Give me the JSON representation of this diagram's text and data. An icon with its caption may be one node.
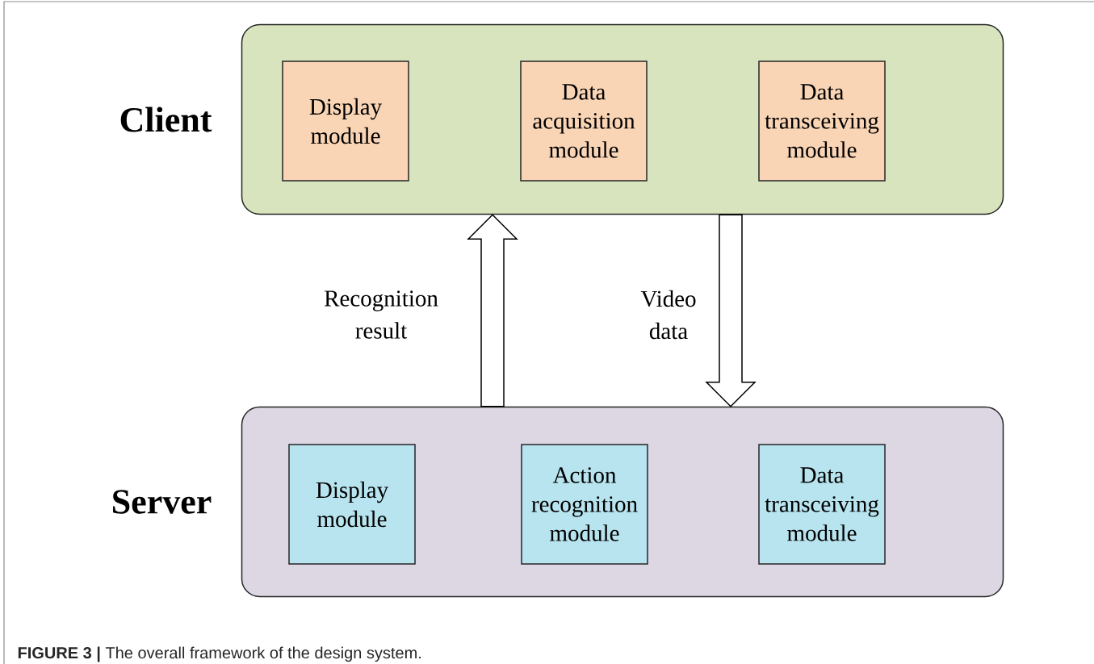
{
  "diagram": {
    "caption": "**FIGURE 3 |** The overall framework of the design system.",
    "nodes": [
      {
        "text": [
          "Client"
        ]
      },
      {
        "text": [
          "Display module"
        ],
        "in": 0
      },
      {
        "text": [
          "Data acquisition module"
        ],
        "in": 0
      },
      {
        "text": [
          "Data transceiving module"
        ],
        "in": 0
      },
      {
        "text": [
          "Server"
        ]
      },
      {
        "text": [
          "Display module"
        ],
        "in": 4
      },
      {
        "text": [
          "Action recognition module"
        ],
        "in": 4
      },
      {
        "text": [
          "Data transceiving module"
        ],
        "in": 4
      }
    ],
    "edges": [
      {
        "from": 4,
        "to": 0,
        "arrow": "to",
        "label": "Recognition result"
      },
      {
        "from": 0,
        "to": 4,
        "arrow": "to",
        "label": "Video data"
      }
    ]
  }
}
